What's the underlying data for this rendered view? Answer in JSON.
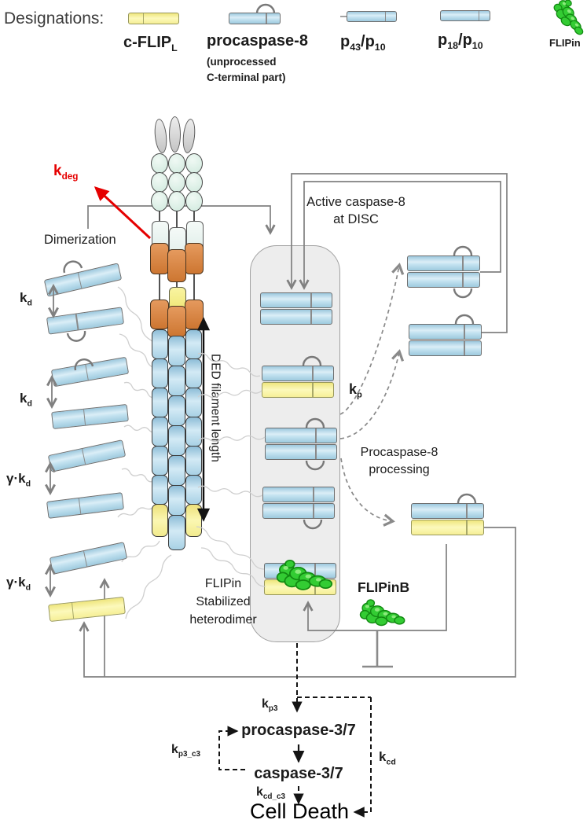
{
  "legend": {
    "title": "Designations:",
    "cflip": {
      "main": "c-FLIP",
      "sub": "L"
    },
    "procaspase8": {
      "main": "procaspase-8",
      "note1": "(unprocessed",
      "note2": "C-terminal part)"
    },
    "p43p10": {
      "p1": "p",
      "s1": "43",
      "p2": "/p",
      "s2": "10"
    },
    "p18p10": {
      "p1": "p",
      "s1": "18",
      "p2": "/p",
      "s2": "10"
    },
    "flipin": {
      "label": "FLIPin"
    }
  },
  "diagram": {
    "k_deg": {
      "main": "k",
      "sub": "deg"
    },
    "dimerization": "Dimerization",
    "k_d": {
      "main": "k",
      "sub": "d"
    },
    "gamma_k_d": {
      "main": "γ·k",
      "sub": "d"
    },
    "ded_filament_length": "DED filament length",
    "active_caspase8": {
      "line1": "Active caspase-8",
      "line2": "at DISC"
    },
    "k_p": {
      "main": "k",
      "sub": "p"
    },
    "processing": {
      "line1": "Procaspase-8",
      "line2": "processing"
    },
    "stabilized": {
      "line1": "FLIPin",
      "line2": "Stabilized",
      "line3": "heterodimer"
    },
    "flipinb": "FLIPinB",
    "k_p3": {
      "main": "k",
      "sub": "p3"
    },
    "procaspase37": "procaspase-3/7",
    "caspase37": "caspase-3/7",
    "k_p3_c3": {
      "main": "k",
      "sub": "p3_c3"
    },
    "k_cd_c3": {
      "main": "k",
      "sub": "cd_c3"
    },
    "k_cd": {
      "main": "k",
      "sub": "cd"
    },
    "cell_death": "Cell Death"
  },
  "colors": {
    "cflip_yellow": "#faf7a8",
    "caspase_blue": "#b9dcec",
    "ded_orange": "#d9834a",
    "flipin_green": "#33cc33",
    "line_gray": "#808080",
    "k_deg_red": "#e50000"
  }
}
